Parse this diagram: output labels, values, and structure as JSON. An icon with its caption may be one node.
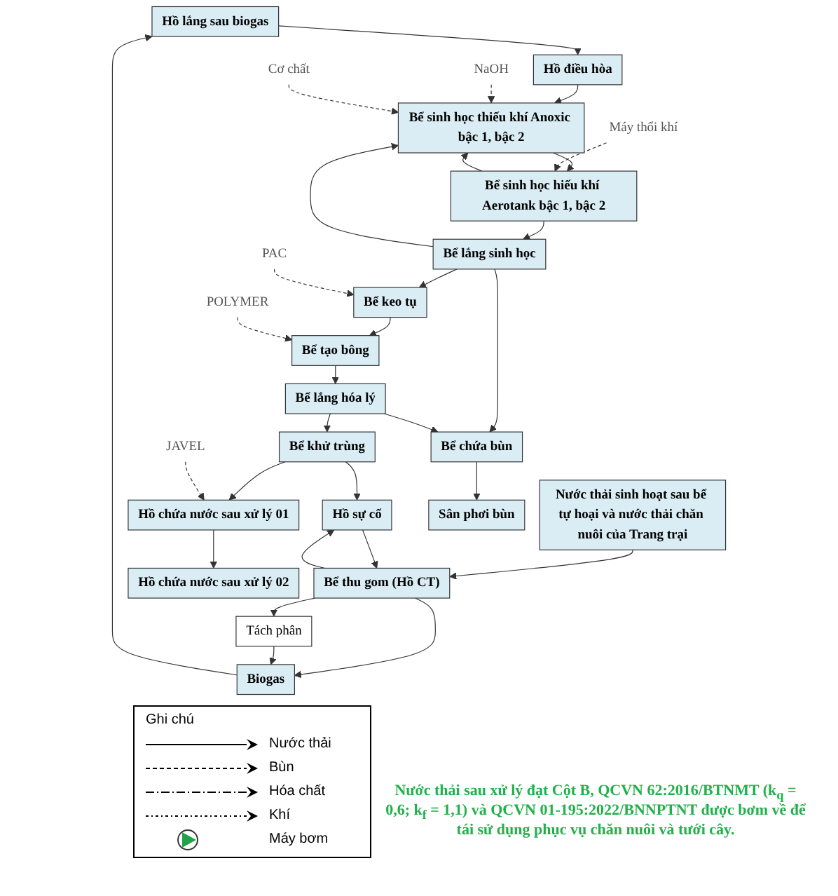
{
  "diagram": {
    "caption": "Nước thải sau xử lý đạt Cột B, QCVN 62:2016/BTNMT (k$_{q}$ = 0,6; k$_{f}$ = 1,1) và QCVN 01-195:2022/BNNPTNT được bơm về để tái sử dụng phục vụ chăn nuôi và tưới cây.",
    "nodes": [
      {
        "text": [
          "Hồ lắng sau biogas"
        ]
      },
      {
        "text": [
          "Hồ điều hòa"
        ]
      },
      {
        "text": [
          "Tách phân"
        ]
      },
      {
        "text": [
          "Biogas"
        ]
      },
      {
        "text": [
          "Bể thu gom (Hồ CT)"
        ]
      },
      {
        "text": [
          "Bể sinh học thiếu khí Anoxic bậc 1, bậc 2"
        ]
      },
      {
        "text": [
          "NaOH"
        ]
      },
      {
        "text": [
          "Cơ chất"
        ]
      },
      {
        "text": [
          "Máy thổi khí"
        ]
      },
      {
        "text": [
          "Bể sinh học hiếu khí Aerotank bậc 1, bậc 2"
        ]
      },
      {
        "text": [
          "Nước thải sinh hoạt sau bể tự hoại và nước thải chăn nuôi của Trang trại"
        ]
      },
      {
        "text": [
          "Bể lắng sinh học"
        ]
      },
      {
        "text": [
          "PAC"
        ]
      },
      {
        "text": [
          "Bể keo tụ"
        ]
      },
      {
        "text": [
          "POLYMER"
        ]
      },
      {
        "text": [
          "Bể tạo bông"
        ]
      },
      {
        "text": [
          "Hồ sự cố"
        ]
      },
      {
        "text": [
          "Bể lắng hóa lý"
        ]
      },
      {
        "text": [
          "Bể khử trùng"
        ]
      },
      {
        "text": [
          "Bể chứa bùn"
        ]
      },
      {
        "text": [
          "JAVEL"
        ]
      },
      {
        "text": [
          "Hồ chứa nước sau xử lý 01"
        ]
      },
      {
        "text": [
          "Sân phơi bùn"
        ]
      },
      {
        "text": [
          "Hồ chứa nước sau xử lý 02"
        ]
      }
    ],
    "edges": [
      {
        "from": 4,
        "to": 3,
        "arrow": "to"
      },
      {
        "from": 3,
        "to": 0,
        "arrow": "to"
      },
      {
        "from": 0,
        "to": 1,
        "arrow": "to"
      },
      {
        "from": 4,
        "to": 2,
        "arrow": "to"
      },
      {
        "from": 2,
        "to": 3,
        "arrow": "to"
      },
      {
        "from": 10,
        "to": 4,
        "arrow": "to"
      },
      {
        "from": 1,
        "to": 5,
        "arrow": "to"
      },
      {
        "from": 5,
        "to": 9,
        "arrow": "to"
      },
      {
        "from": 9,
        "to": 5,
        "arrow": "to"
      },
      {
        "from": 6,
        "to": 5,
        "arrow": "to",
        "style": "dashed"
      },
      {
        "from": 7,
        "to": 5,
        "arrow": "to",
        "style": "dashed"
      },
      {
        "from": 8,
        "to": 9,
        "arrow": "to",
        "style": "dashed"
      },
      {
        "from": 9,
        "to": 11,
        "arrow": "to"
      },
      {
        "from": 11,
        "to": 5,
        "arrow": "to"
      },
      {
        "from": 11,
        "to": 19,
        "arrow": "to"
      },
      {
        "from": 11,
        "to": 13,
        "arrow": "to"
      },
      {
        "from": 12,
        "to": 13,
        "arrow": "to",
        "style": "dashed"
      },
      {
        "from": 13,
        "to": 15,
        "arrow": "to"
      },
      {
        "from": 14,
        "to": 15,
        "arrow": "to",
        "style": "dashed"
      },
      {
        "from": 15,
        "to": 17,
        "arrow": "to"
      },
      {
        "from": 17,
        "to": 19,
        "arrow": "to"
      },
      {
        "from": 17,
        "to": 18,
        "arrow": "to"
      },
      {
        "from": 16,
        "to": 4,
        "arrow": "to"
      },
      {
        "from": 4,
        "to": 16,
        "arrow": "to"
      },
      {
        "from": 18,
        "to": 21,
        "arrow": "to"
      },
      {
        "from": 18,
        "to": 16,
        "arrow": "to"
      },
      {
        "from": 20,
        "to": 21,
        "arrow": "to",
        "style": "dashed"
      },
      {
        "from": 21,
        "to": 23,
        "arrow": "to"
      },
      {
        "from": 19,
        "to": 22,
        "arrow": "to"
      }
    ],
    "labels": [
      "Ghi chú"
    ],
    "legend": [
      {
        "text": "Nước thải"
      },
      {
        "text": "Bùn"
      },
      {
        "text": "Hóa chất"
      },
      {
        "text": "Khí"
      },
      {
        "text": "Máy bơm"
      }
    ]
  }
}
